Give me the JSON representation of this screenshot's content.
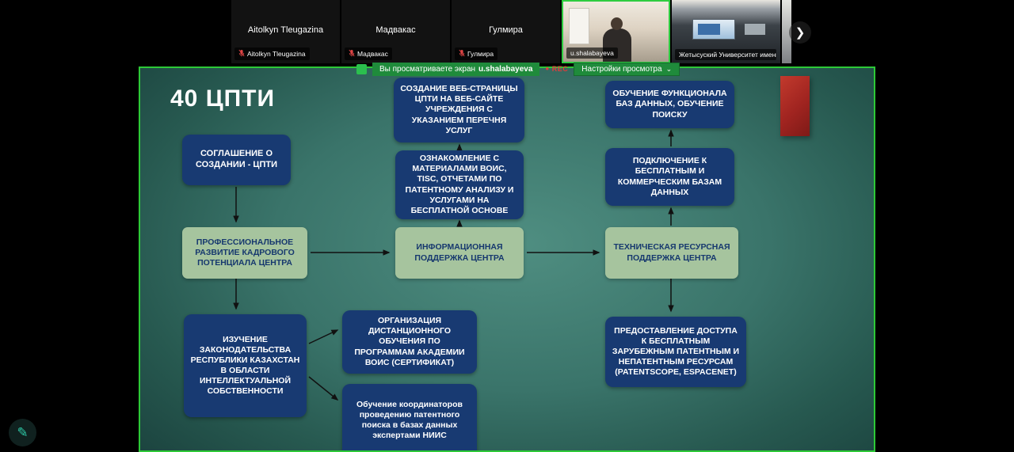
{
  "participants": [
    {
      "name": "Aitolkyn Tleugazina",
      "badge": "Aitolkyn Tleugazina",
      "muted": true,
      "video": false
    },
    {
      "name": "Мадвакас",
      "badge": "Мадвакас",
      "muted": true,
      "video": false
    },
    {
      "name": "Гулмира",
      "badge": "Гулмира",
      "muted": true,
      "video": false
    },
    {
      "name": "u.shalabayeva",
      "badge": "u.shalabayeva",
      "muted": false,
      "video": true,
      "active_speaker": true
    },
    {
      "name": "Жетысуский Университет имени ...",
      "badge": "Жетысуский Университет имени ...",
      "muted": false,
      "video": true
    }
  ],
  "share_bar": {
    "viewing_prefix": "Вы просматриваете экран",
    "presenter": "u.shalabayeva",
    "rec_label": "REC",
    "settings_label": "Настройки просмотра"
  },
  "icons": {
    "chevron_right": "❯",
    "chevron_down": "⌄",
    "rec_dot": "●",
    "pencil": "✎"
  },
  "slide": {
    "title": "40 ЦПТИ",
    "boxes": [
      {
        "id": "agreement",
        "variant": "blue",
        "text": "СОГЛАШЕНИЕ О СОЗДАНИИ - ЦПТИ"
      },
      {
        "id": "web-page",
        "variant": "blue",
        "text": "СОЗДАНИЕ ВЕБ-СТРАНИЦЫ ЦПТИ НА ВЕБ-САЙТЕ УЧРЕЖДЕНИЯ С УКАЗАНИЕМ ПЕРЕЧНЯ УСЛУГ"
      },
      {
        "id": "training-databases",
        "variant": "blue",
        "text": "ОБУЧЕНИЕ ФУНКЦИОНАЛА БАЗ ДАННЫХ, ОБУЧЕНИЕ ПОИСКУ"
      },
      {
        "id": "wipo-materials",
        "variant": "blue",
        "text": "ОЗНАКОМЛЕНИЕ С МАТЕРИАЛАМИ ВОИС, TISC, ОТЧЕТАМИ ПО ПАТЕНТНОМУ АНАЛИЗУ И УСЛУГАМИ НА БЕСПЛАТНОЙ ОСНОВЕ"
      },
      {
        "id": "db-connection",
        "variant": "blue",
        "text": "ПОДКЛЮЧЕНИЕ К БЕСПЛАТНЫМ И КОММЕРЧЕСКИМ БАЗАМ ДАННЫХ"
      },
      {
        "id": "professional-development",
        "variant": "green",
        "text": "ПРОФЕССИОНАЛЬНОЕ РАЗВИТИЕ КАДРОВОГО ПОТЕНЦИАЛА ЦЕНТРА"
      },
      {
        "id": "information-support",
        "variant": "green",
        "text": "ИНФОРМАЦИОННАЯ ПОДДЕРЖКА ЦЕНТРА"
      },
      {
        "id": "technical-support",
        "variant": "green",
        "text": "ТЕХНИЧЕСКАЯ РЕСУРСНАЯ ПОДДЕРЖКА ЦЕНТРА"
      },
      {
        "id": "legislation-study",
        "variant": "blue",
        "text": "ИЗУЧЕНИЕ ЗАКОНОДАТЕЛЬСТВА РЕСПУБЛИКИ КАЗАХСТАН В ОБЛАСТИ ИНТЕЛЛЕКТУАЛЬНОЙ СОБСТВЕННОСТИ"
      },
      {
        "id": "distance-learning",
        "variant": "blue",
        "text": "ОРГАНИЗАЦИЯ ДИСТАНЦИОННОГО ОБУЧЕНИЯ ПО ПРОГРАММАМ АКАДЕМИИ ВОИС (СЕРТИФИКАТ)"
      },
      {
        "id": "coordinators-training",
        "variant": "blue",
        "text": "Обучение координаторов проведению патентного поиска в базах данных экспертами НИИС"
      },
      {
        "id": "free-access",
        "variant": "blue",
        "text": "ПРЕДОСТАВЛЕНИЕ ДОСТУПА К БЕСПЛАТНЫМ ЗАРУБЕЖНЫМ ПАТЕНТНЫМ И НЕПАТЕНТНЫМ РЕСУРСАМ (PATENTSCOPE, ESPACENET)"
      }
    ],
    "colors": {
      "box_blue": "#183a72",
      "box_green": "#a6c49e",
      "background_teal": "#3a746a",
      "border_green": "#2dc937",
      "accent_red": "#a02420"
    }
  }
}
